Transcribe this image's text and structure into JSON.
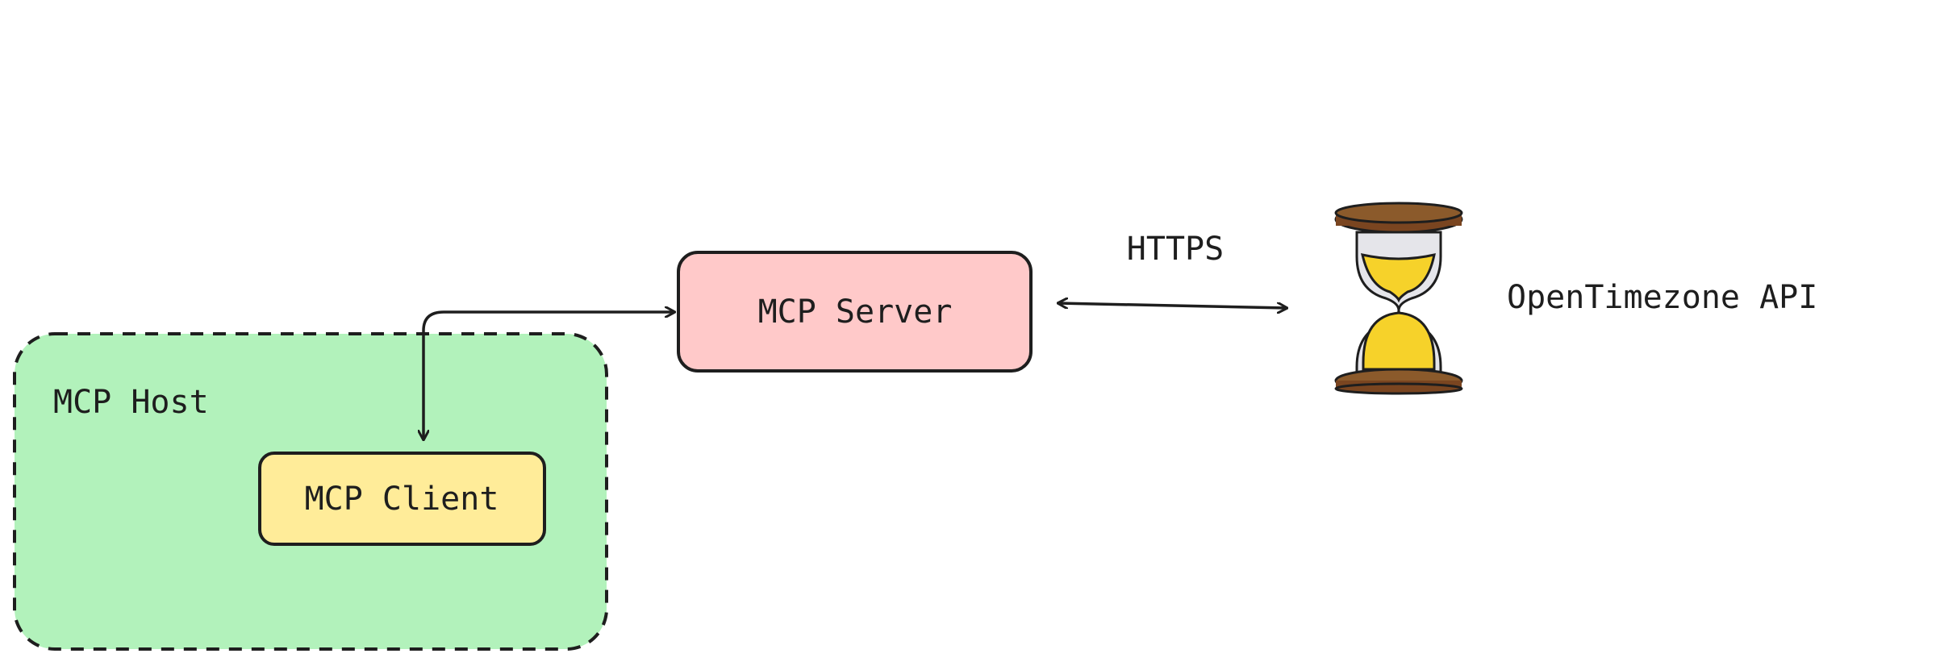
{
  "nodes": {
    "host": {
      "label": "MCP Host",
      "fill": "#b2f2bb"
    },
    "client": {
      "label": "MCP Client",
      "fill": "#ffec99"
    },
    "server": {
      "label": "MCP Server",
      "fill": "#ffc9c9"
    },
    "api": {
      "label": "OpenTimezone API",
      "icon": "hourglass-icon"
    }
  },
  "edges": {
    "server_api": {
      "label": "HTTPS"
    }
  }
}
